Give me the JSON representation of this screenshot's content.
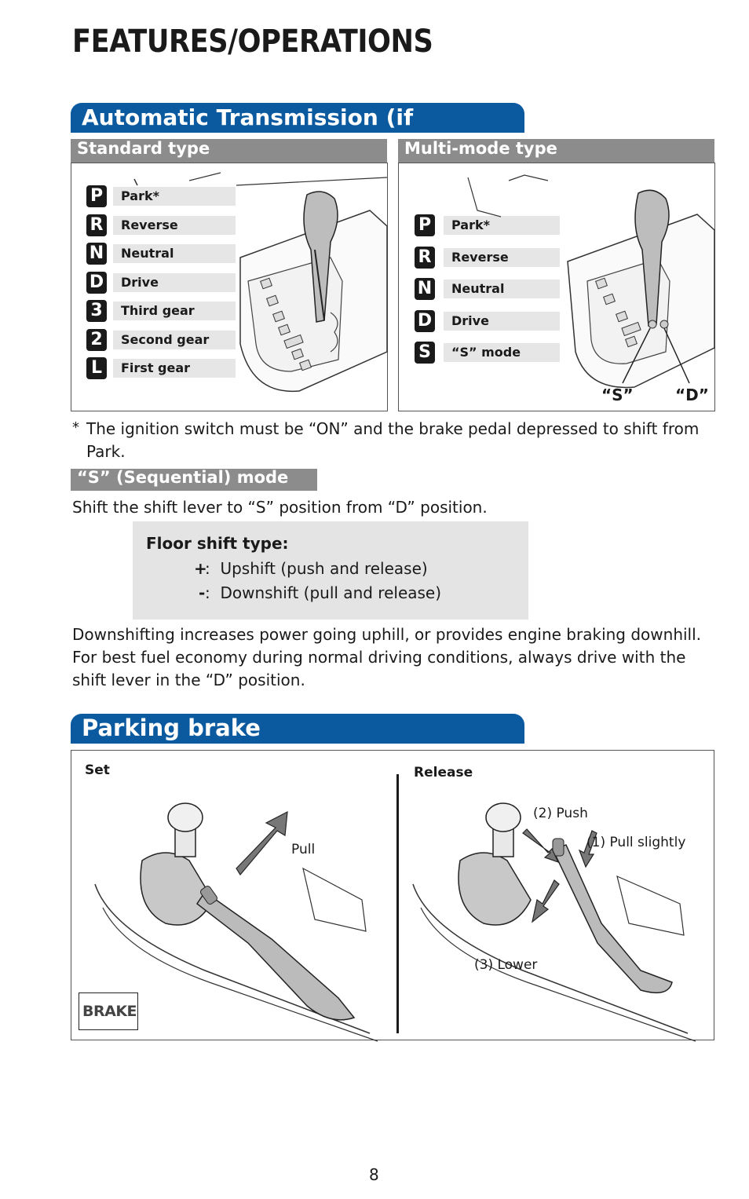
{
  "page_title": "FEATURES/OPERATIONS",
  "transmission": {
    "heading": "Automatic Transmission (if equipped)",
    "standard": {
      "label": "Standard type",
      "gears": [
        {
          "letter": "P",
          "label": "Park*"
        },
        {
          "letter": "R",
          "label": "Reverse"
        },
        {
          "letter": "N",
          "label": "Neutral"
        },
        {
          "letter": "D",
          "label": "Drive"
        },
        {
          "letter": "3",
          "label": "Third gear"
        },
        {
          "letter": "2",
          "label": "Second gear"
        },
        {
          "letter": "L",
          "label": "First gear"
        }
      ]
    },
    "multimode": {
      "label": "Multi-mode type",
      "gears": [
        {
          "letter": "P",
          "label": "Park*"
        },
        {
          "letter": "R",
          "label": "Reverse"
        },
        {
          "letter": "N",
          "label": "Neutral"
        },
        {
          "letter": "D",
          "label": "Drive"
        },
        {
          "letter": "S",
          "label": "“S” mode"
        }
      ],
      "callout_s": "“S”",
      "callout_d": "“D”"
    },
    "footnote_star": "*",
    "footnote": "The ignition switch must be “ON” and the brake pedal depressed to shift from Park."
  },
  "s_mode": {
    "heading": "“S” (Sequential) mode",
    "instruction": "Shift the shift lever to “S” position from “D” position.",
    "box_title": "Floor shift type:",
    "plus_symbol": "+",
    "plus_text": ":  Upshift (push and release)",
    "minus_symbol": "-",
    "minus_text": ":  Downshift (pull and release)",
    "paragraph": "Downshifting increases power going uphill, or provides engine braking downhill. For best fuel economy during normal driving conditions, always drive with the shift lever in the “D” position."
  },
  "parking_brake": {
    "heading": "Parking brake",
    "set_label": "Set",
    "pull_label": "Pull",
    "brake_indicator": "BRAKE",
    "release_label": "Release",
    "push_label": "(2) Push",
    "pull_slightly_label": "(1) Pull slightly",
    "lower_label": "(3) Lower"
  },
  "page_number": "8"
}
